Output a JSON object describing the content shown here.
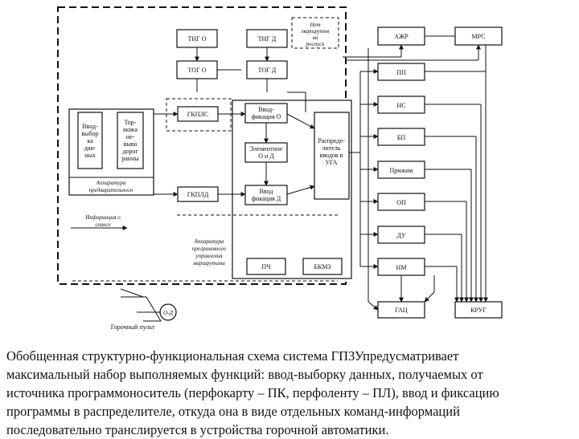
{
  "diagram": {
    "title": "ГПЗУ",
    "blocks": {
      "tng": "ТНГ О",
      "tnd": "ТНГ Д",
      "tog": "ТОГ О",
      "tod": "ТОГ Д",
      "net_note": [
        "Нет",
        "маршрутов",
        "на",
        "роспуск"
      ],
      "azhr": "АЖР",
      "mps": "МРС",
      "gkpls": "ГКПЛС",
      "gkpld": "ГКПЛД",
      "vvod_o": [
        "Ввод-",
        "фикация О"
      ],
      "elem_od": [
        "Элементное",
        "О и Д"
      ],
      "vvod_d": [
        "Ввод",
        "фикация Д"
      ],
      "raspred": [
        "Распреде-",
        "литель",
        "вводов в",
        "УГА"
      ],
      "vvod_dan": [
        "Ввод-",
        "выбор",
        "ка",
        "дан-",
        "ных"
      ],
      "tor_doroga": [
        "Тор-",
        "можа",
        "не-",
        "выво",
        "дорог",
        "ранны"
      ],
      "apparat_top": [
        "Аппаратура",
        "предварительного"
      ],
      "info_label": [
        "Информация о",
        "сеансе"
      ],
      "apparat_bottom": [
        "Аппаратура",
        "программного",
        "управления",
        "маршрутами"
      ],
      "pch": "ПЧ",
      "bkmz": "БКМЗ",
      "right_blocks": [
        "ПП",
        "НС",
        "БП",
        "Прижим",
        "ОП",
        "ДУ",
        "НМ"
      ],
      "gac": "ГАЦ",
      "krug": "КРУГ",
      "operator": "О-Д",
      "pult": "Горочный пульт"
    }
  },
  "caption": {
    "lines": [
      "Обобщенная структурно-функциональная схема система ГПЗУпредусматривает",
      "максимальный набор выполняемых функций: ввод-выборку данных, получаемых от",
      "источника программоноситель (перфокарту – ПК, перфоленту – ПЛ), ввод и фиксацию",
      "программы в распределителе, откуда она в виде отдельных команд-информаций",
      "последовательно транслируется в устройства горочной автоматики."
    ]
  }
}
